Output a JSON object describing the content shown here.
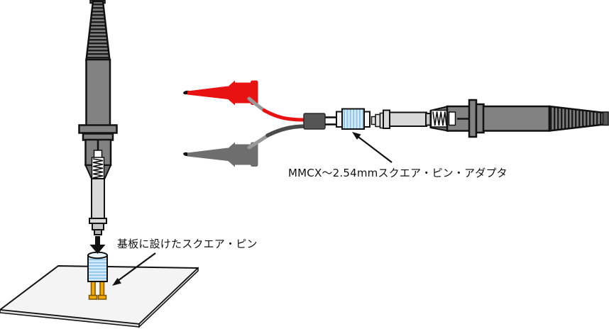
{
  "figure": {
    "background": "#ffffff",
    "annotations": {
      "board_pin_label": "基板に設けたスクエア・ピン",
      "adapter_label": "MMCX～2.54mmスクエア・ピン・アダプタ"
    },
    "colors": {
      "probe_body_gray": "#828282",
      "probe_dark_gray": "#6e6e6e",
      "probe_barrel_light": "#d9d9d9",
      "strain_relief_rib": "#1c1c1c",
      "clip_red": "#e81212",
      "clip_gray": "#6e6e6e",
      "wire_light_gray": "#999999",
      "wire_dark": "#4a4a4a",
      "wire_red": "#e81212",
      "junction_block": "#555555",
      "adapter_blue": "#d8edfb",
      "adapter_blue_stripe": "#8cc3e8",
      "pin_gold": "#f2a900",
      "pin_gold_outline": "#7a5200",
      "board_fill": "#f4f4f4",
      "board_side": "#e2e2e2",
      "outline": "#111111",
      "text": "#111111"
    },
    "parts": {
      "left_diagram": [
        "vertical-probe",
        "strain-relief",
        "spring-plunger",
        "probe-tip",
        "down-arrow",
        "square-pin-socket",
        "square-pins",
        "circuit-board",
        "annotation-arrow"
      ],
      "right_diagram": [
        "red-grabber-clip",
        "gray-grabber-clip",
        "signal-wire",
        "ground-wire",
        "junction-block",
        "square-pin-header",
        "mmcx-square-pin-adapter",
        "mmcx-plug",
        "horizontal-probe",
        "annotation-arrow"
      ]
    }
  }
}
